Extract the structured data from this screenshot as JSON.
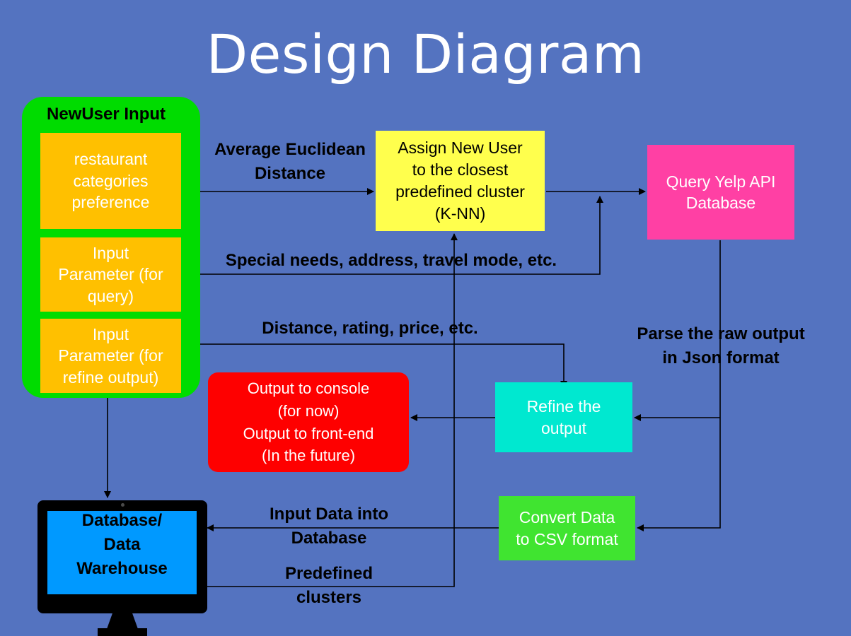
{
  "title": "Design Diagram",
  "user_input": {
    "title": "NewUser Input",
    "boxes": [
      "restaurant\ncategories\npreference",
      "Input\nParameter (for\nquery)",
      "Input\nParameter (for\nrefine output)"
    ]
  },
  "nodes": {
    "assign": "Assign New User\nto the closest\npredefined cluster\n(K-NN)",
    "query": "Query Yelp API\nDatabase",
    "refine": "Refine the\noutput",
    "convert": "Convert Data\nto CSV format",
    "output": "Output to console\n(for now)\nOutput to front-end\n(In the future)",
    "database": "Database/\nData\nWarehouse"
  },
  "edge_labels": {
    "euclidean": "Average Euclidean\nDistance",
    "special_needs": "Special needs, address, travel mode, etc.",
    "distance_rating": "Distance, rating, price, etc.",
    "parse": "Parse the raw output\nin Json format",
    "input_data": "Input Data into\nDatabase",
    "predefined": "Predefined\nclusters"
  },
  "colors": {
    "background": "#5473c0",
    "group": "#00dc00",
    "input_box": "#ffc000",
    "assign": "#ffff4d",
    "query": "#ff40a4",
    "refine": "#00e8d0",
    "convert": "#40e430",
    "output": "#fe0000",
    "database_screen": "#0099ff"
  }
}
